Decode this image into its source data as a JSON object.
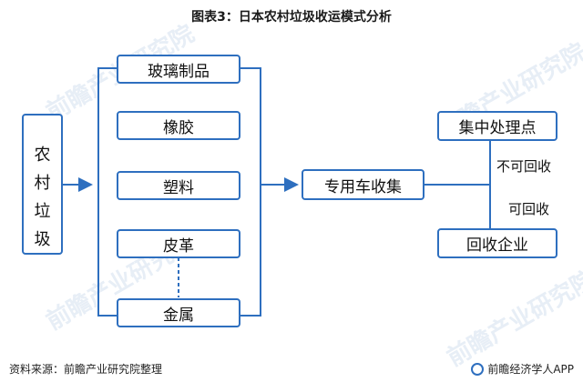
{
  "title": "图表3：日本农村垃圾收运模式分析",
  "source_box": {
    "label": "农村垃圾",
    "chars": [
      "农",
      "村",
      "垃",
      "圾"
    ]
  },
  "categories": [
    {
      "label": "玻璃制品"
    },
    {
      "label": "橡胶"
    },
    {
      "label": "塑料"
    },
    {
      "label": "皮革"
    },
    {
      "label": "金属"
    }
  ],
  "collection": {
    "label": "专用车收集"
  },
  "destinations": [
    {
      "label": "集中处理点"
    },
    {
      "label": "回收企业"
    }
  ],
  "edge_labels": {
    "not_recyclable": "不可回收",
    "recyclable": "可回收"
  },
  "footer": {
    "source": "资料来源：前瞻产业研究院整理",
    "brand": "前瞻经济学人APP"
  },
  "watermark": {
    "text": "前瞻产业研究院"
  },
  "colors": {
    "accent": "#2e6fbf",
    "watermark": "#e7eef6"
  }
}
